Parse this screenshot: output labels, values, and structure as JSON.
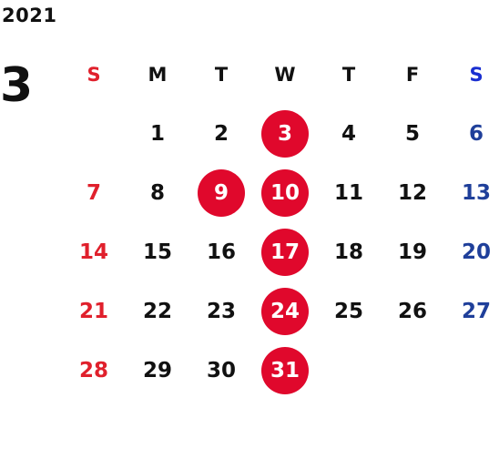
{
  "year": "2021",
  "month": "3",
  "weekdays": [
    "S",
    "M",
    "T",
    "W",
    "T",
    "F",
    "S"
  ],
  "first_weekday_offset": 1,
  "days": [
    {
      "n": "1",
      "marked": false
    },
    {
      "n": "2",
      "marked": false
    },
    {
      "n": "3",
      "marked": true
    },
    {
      "n": "4",
      "marked": false
    },
    {
      "n": "5",
      "marked": false
    },
    {
      "n": "6",
      "marked": false
    },
    {
      "n": "7",
      "marked": false
    },
    {
      "n": "8",
      "marked": false
    },
    {
      "n": "9",
      "marked": true
    },
    {
      "n": "10",
      "marked": true
    },
    {
      "n": "11",
      "marked": false
    },
    {
      "n": "12",
      "marked": false
    },
    {
      "n": "13",
      "marked": false
    },
    {
      "n": "14",
      "marked": false
    },
    {
      "n": "15",
      "marked": false
    },
    {
      "n": "16",
      "marked": false
    },
    {
      "n": "17",
      "marked": true
    },
    {
      "n": "18",
      "marked": false
    },
    {
      "n": "19",
      "marked": false
    },
    {
      "n": "20",
      "marked": false
    },
    {
      "n": "21",
      "marked": false
    },
    {
      "n": "22",
      "marked": false
    },
    {
      "n": "23",
      "marked": false
    },
    {
      "n": "24",
      "marked": true
    },
    {
      "n": "25",
      "marked": false
    },
    {
      "n": "26",
      "marked": false
    },
    {
      "n": "27",
      "marked": false
    },
    {
      "n": "28",
      "marked": false
    },
    {
      "n": "29",
      "marked": false
    },
    {
      "n": "30",
      "marked": false
    },
    {
      "n": "31",
      "marked": true
    }
  ],
  "colors": {
    "sunday": "#e0202c",
    "saturday": "#1f3f9a",
    "marked_circle": "#e0082c",
    "weekday": "#111111"
  }
}
